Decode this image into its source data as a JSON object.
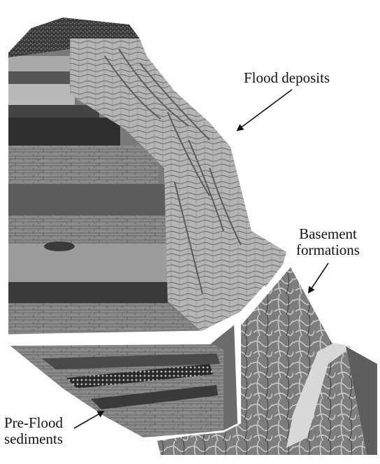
{
  "labels": {
    "flood_deposits": "Flood deposits",
    "basement_line1": "Basement",
    "basement_line2": "formations",
    "preflood_line1": "Pre-Flood",
    "preflood_line2": "sediments"
  },
  "colors": {
    "rock_dark": "#2b2b2b",
    "rock_mid": "#6e6e6e",
    "rock_light": "#c9c9c9",
    "cliff_light": "#bdbdbd",
    "basement": "#7a7a7a"
  }
}
